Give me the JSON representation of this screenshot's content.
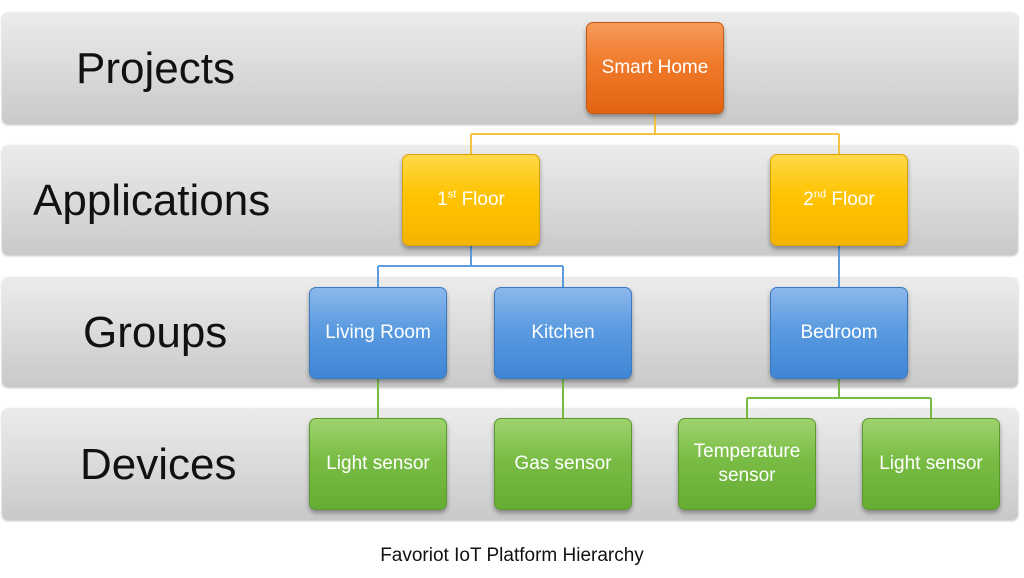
{
  "levels": {
    "projects": "Projects",
    "applications": "Applications",
    "groups": "Groups",
    "devices": "Devices"
  },
  "nodes": {
    "smart_home": "Smart Home",
    "floor1_num": "1",
    "floor1_sup": "st",
    "floor1_word": "Floor",
    "floor2_num": "2",
    "floor2_sup": "nd",
    "floor2_word": "Floor",
    "living_room": "Living Room",
    "kitchen": "Kitchen",
    "bedroom": "Bedroom",
    "light_sensor_1": "Light sensor",
    "gas_sensor": "Gas sensor",
    "temperature_sensor_line1": "Temperature",
    "temperature_sensor_line2": "sensor",
    "light_sensor_2": "Light sensor"
  },
  "caption": "Favoriot IoT Platform Hierarchy",
  "colors": {
    "project": "#f07a2a",
    "application": "#ffc400",
    "group": "#5b9be0",
    "device": "#79bc45",
    "connector_project": "#f5c242",
    "connector_application": "#5b9be0",
    "connector_group": "#79bc45"
  }
}
